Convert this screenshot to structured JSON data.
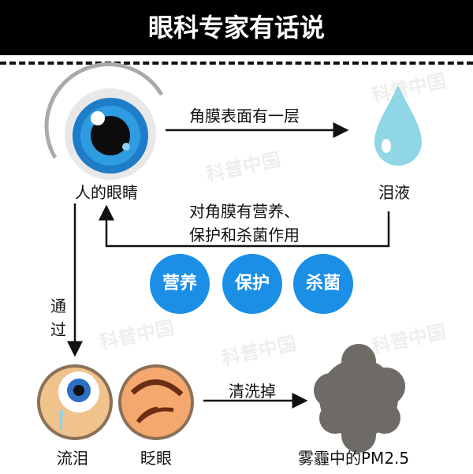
{
  "title": "眼科专家有话说",
  "watermark": "科普中国",
  "nodes": {
    "eye": "人的眼睛",
    "tears_fluid": "泪液",
    "tearing": "流泪",
    "blink": "眨眼",
    "pm": "雾霾中的PM2.5"
  },
  "edges": {
    "eye_to_tears": "角膜表面有一层",
    "tears_back_line1": "对角膜有营养、",
    "tears_back_line2": "保护和杀菌作用",
    "via_1": "通",
    "via_2": "过",
    "wash": "清洗掉"
  },
  "benefits": [
    "营养",
    "保护",
    "杀菌"
  ],
  "colors": {
    "accent": "#1b8fe6",
    "header": "#000000"
  }
}
